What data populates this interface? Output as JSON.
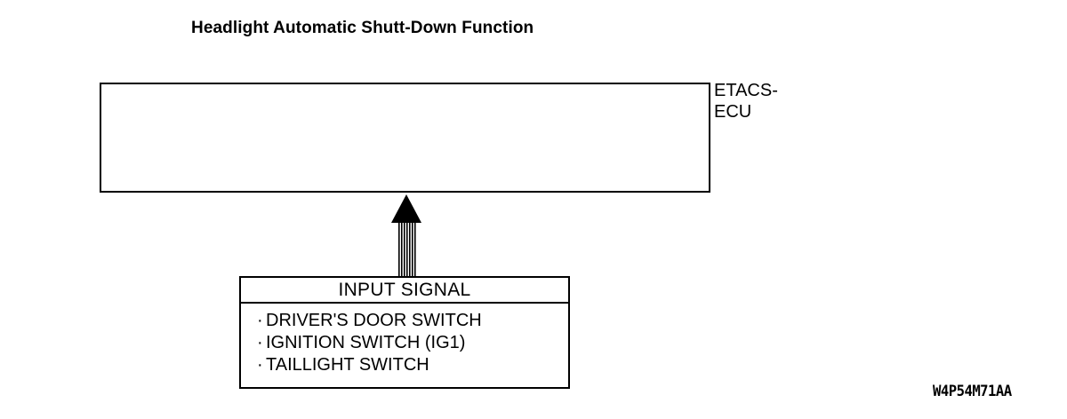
{
  "figure": {
    "title": "Headlight Automatic Shutt-Down Function",
    "code": "W4P54M71AA"
  },
  "ecu": {
    "label_line1": "ETACS-",
    "label_line2": "ECU",
    "box_content": ""
  },
  "arrow": {
    "name": "input-signal-arrow",
    "direction": "up",
    "shaft_line_count": 7
  },
  "input_signal": {
    "header": "INPUT SIGNAL",
    "bullet": "·",
    "items": [
      {
        "text": "DRIVER'S DOOR SWITCH"
      },
      {
        "text": "IGNITION SWITCH (IG1)"
      },
      {
        "text": "TAILLIGHT SWITCH"
      }
    ]
  },
  "colors": {
    "stroke": "#000000",
    "background": "#ffffff"
  }
}
